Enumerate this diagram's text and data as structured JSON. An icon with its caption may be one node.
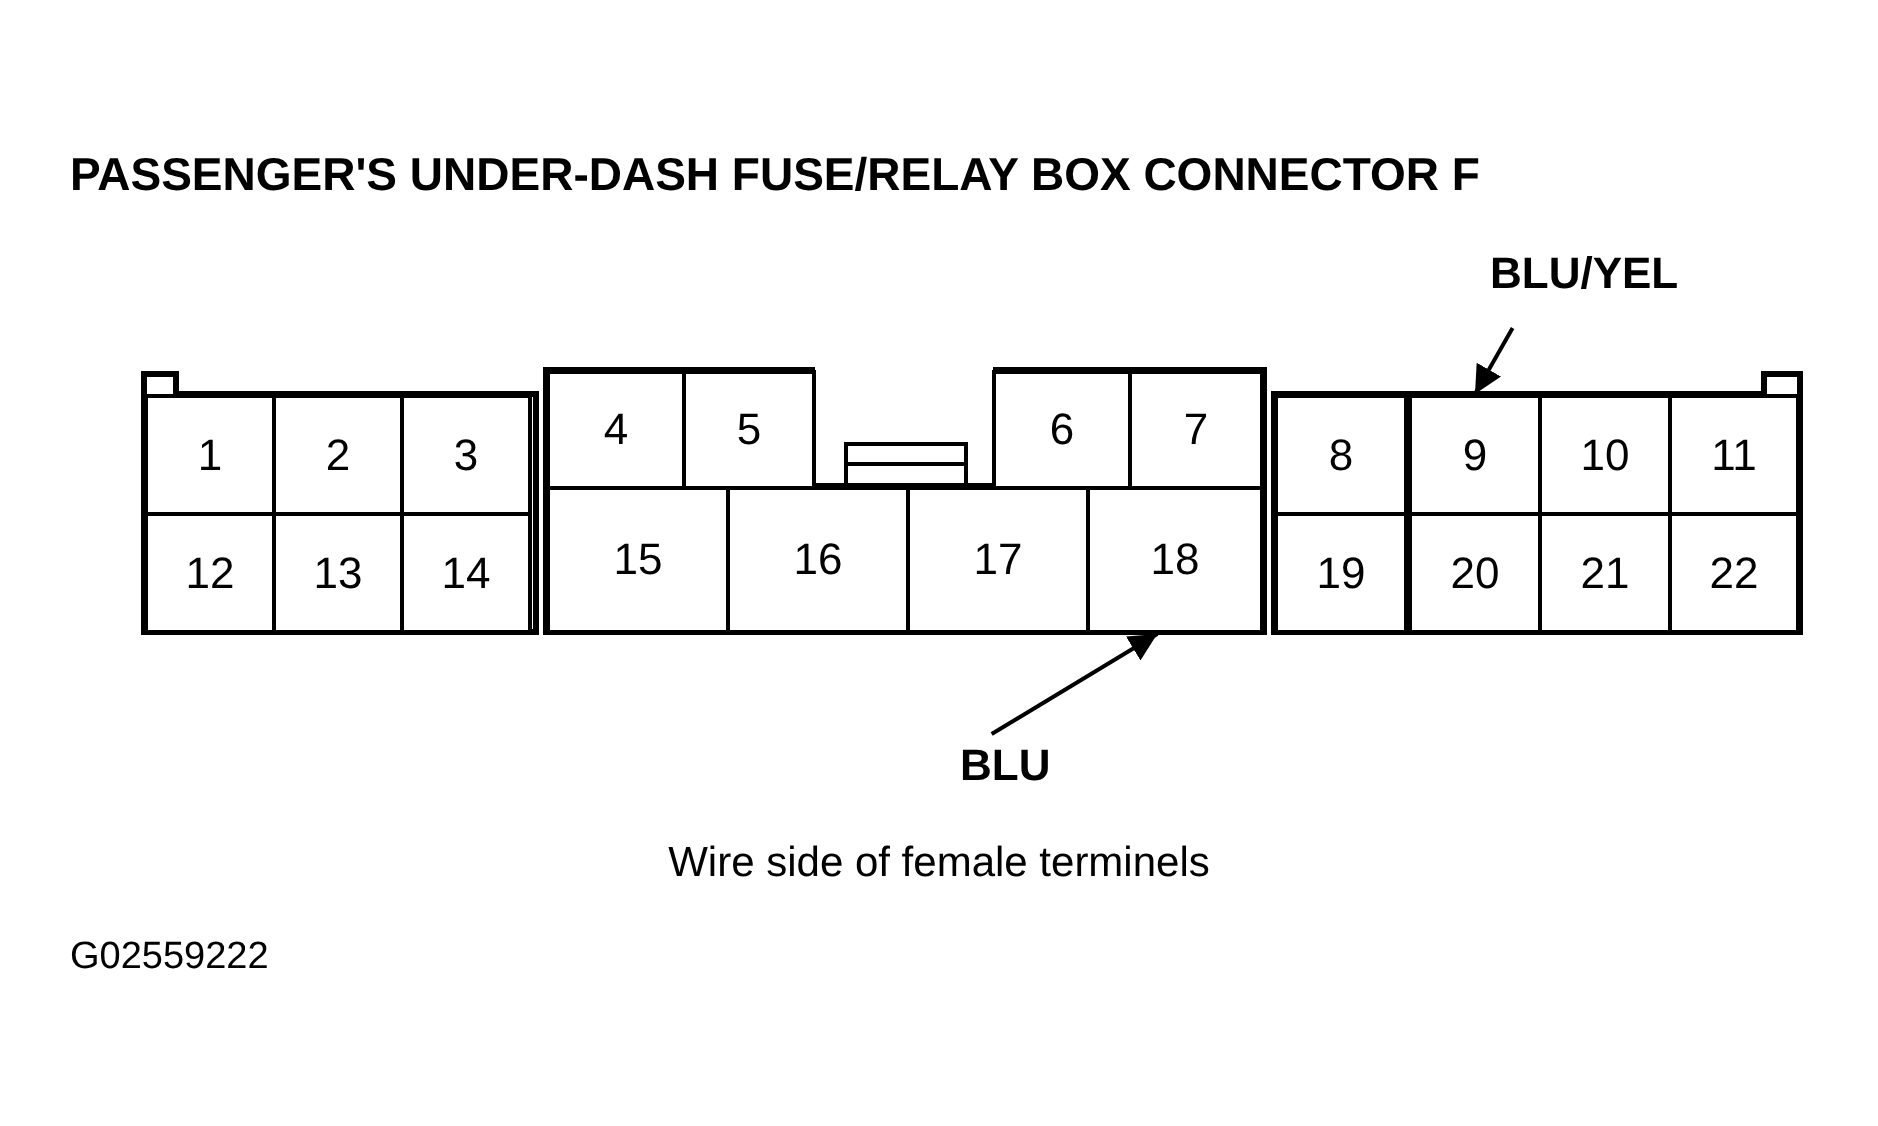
{
  "diagram": {
    "title": "PASSENGER'S UNDER-DASH FUSE/RELAY BOX CONNECTOR F",
    "caption": "Wire side of female terminels",
    "nodes": [
      {
        "text": [
          "BLU/YEL"
        ]
      },
      {
        "text": [
          "1"
        ]
      },
      {
        "text": [
          "2"
        ]
      },
      {
        "text": [
          "3"
        ]
      },
      {
        "text": [
          "4"
        ]
      },
      {
        "text": [
          "5"
        ]
      },
      {
        "text": [
          "6"
        ]
      },
      {
        "text": [
          "7"
        ]
      },
      {
        "text": [
          "8"
        ]
      },
      {
        "text": [
          "9"
        ]
      },
      {
        "text": [
          "10"
        ]
      },
      {
        "text": [
          "11"
        ]
      },
      {
        "text": [
          "12"
        ]
      },
      {
        "text": [
          "13"
        ]
      },
      {
        "text": [
          "14"
        ]
      },
      {
        "text": [
          "15"
        ]
      },
      {
        "text": [
          "16"
        ]
      },
      {
        "text": [
          "17"
        ]
      },
      {
        "text": [
          "18"
        ]
      },
      {
        "text": [
          "19"
        ]
      },
      {
        "text": [
          "20"
        ]
      },
      {
        "text": [
          "21"
        ]
      },
      {
        "text": [
          "22"
        ]
      },
      {
        "text": [
          "BLU"
        ]
      }
    ],
    "edges": [
      {
        "from": 0,
        "to": 9,
        "arrow": "to"
      },
      {
        "from": 23,
        "to": 18,
        "arrow": "to"
      }
    ],
    "labels": [
      "G02559222"
    ]
  }
}
